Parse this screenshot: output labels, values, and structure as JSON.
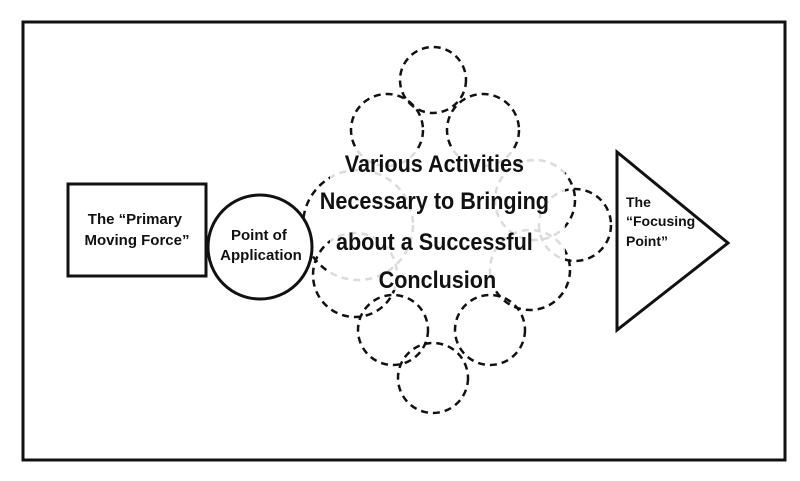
{
  "diagram": {
    "primary_force": [
      "The “Primary",
      "Moving Force”"
    ],
    "point_of_application": [
      "Point of",
      "Application"
    ],
    "activities": [
      "Various Activities",
      "Necessary to Bringing",
      "about a Successful",
      "Conclusion"
    ],
    "focusing_point": [
      "The",
      "“Focusing",
      "Point”"
    ],
    "colors": {
      "ink": "#111111",
      "paper": "#ffffff"
    }
  }
}
